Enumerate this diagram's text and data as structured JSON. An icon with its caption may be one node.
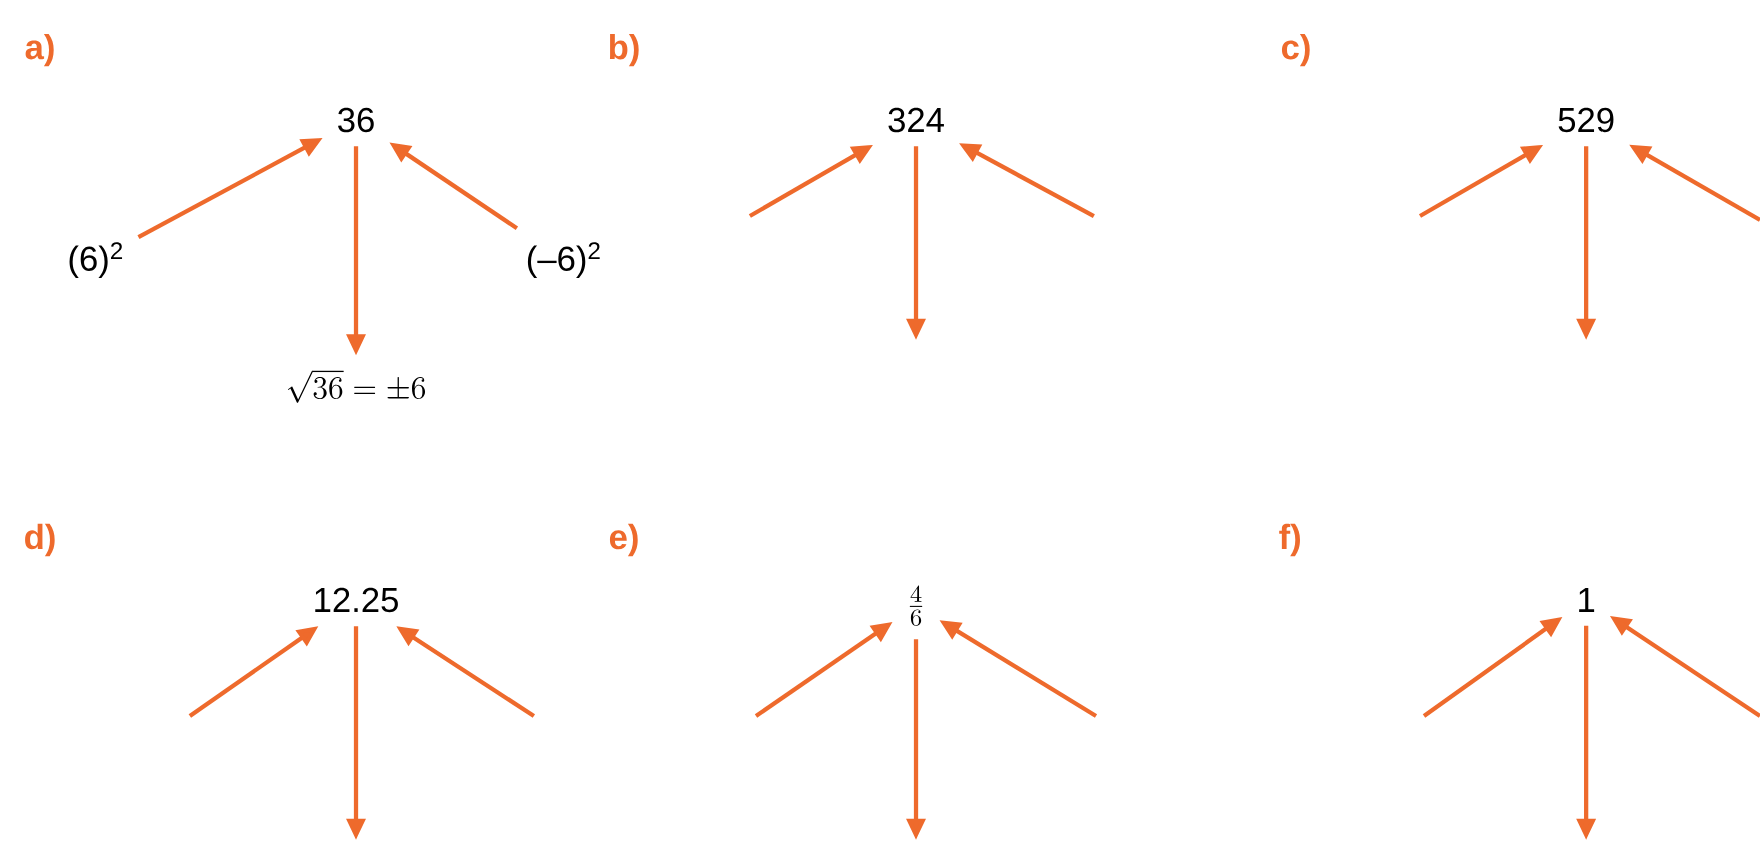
{
  "diagram": {
    "nodes": [
      {
        "text": [
          "36"
        ]
      },
      {
        "text": [
          "(6)$^{2}$"
        ]
      },
      {
        "text": [
          "(–6)$^{2}$"
        ]
      },
      {
        "text": [
          "\\sqrt{36} = \\pm 6"
        ]
      },
      {
        "text": [
          "324"
        ]
      },
      {
        "text": [
          "529"
        ]
      },
      {
        "text": [
          "12.25"
        ]
      },
      {
        "text": [
          "\\frac{4}{6}"
        ]
      },
      {
        "text": [
          "1"
        ]
      }
    ],
    "edges": [
      {
        "from": 1,
        "to": 0,
        "arrow": "to"
      },
      {
        "from": 2,
        "to": 0,
        "arrow": "to"
      },
      {
        "from": 0,
        "to": 3,
        "arrow": "to"
      },
      {
        "from": null,
        "to": 4,
        "arrow": "to"
      },
      {
        "from": null,
        "to": 4,
        "arrow": "to"
      },
      {
        "from": 4,
        "to": null,
        "arrow": "to"
      },
      {
        "from": null,
        "to": 5,
        "arrow": "to"
      },
      {
        "from": null,
        "to": 5,
        "arrow": "to"
      },
      {
        "from": 5,
        "to": null,
        "arrow": "to"
      },
      {
        "from": null,
        "to": 6,
        "arrow": "to"
      },
      {
        "from": null,
        "to": 6,
        "arrow": "to"
      },
      {
        "from": 6,
        "to": null,
        "arrow": "to"
      },
      {
        "from": null,
        "to": 7,
        "arrow": "to"
      },
      {
        "from": null,
        "to": 7,
        "arrow": "to"
      },
      {
        "from": 7,
        "to": null,
        "arrow": "to"
      },
      {
        "from": null,
        "to": 8,
        "arrow": "to"
      },
      {
        "from": null,
        "to": 8,
        "arrow": "to"
      },
      {
        "from": 8,
        "to": null,
        "arrow": "to"
      }
    ],
    "labels": [
      "a)",
      "b)",
      "c)",
      "d)",
      "e)",
      "f)"
    ]
  }
}
